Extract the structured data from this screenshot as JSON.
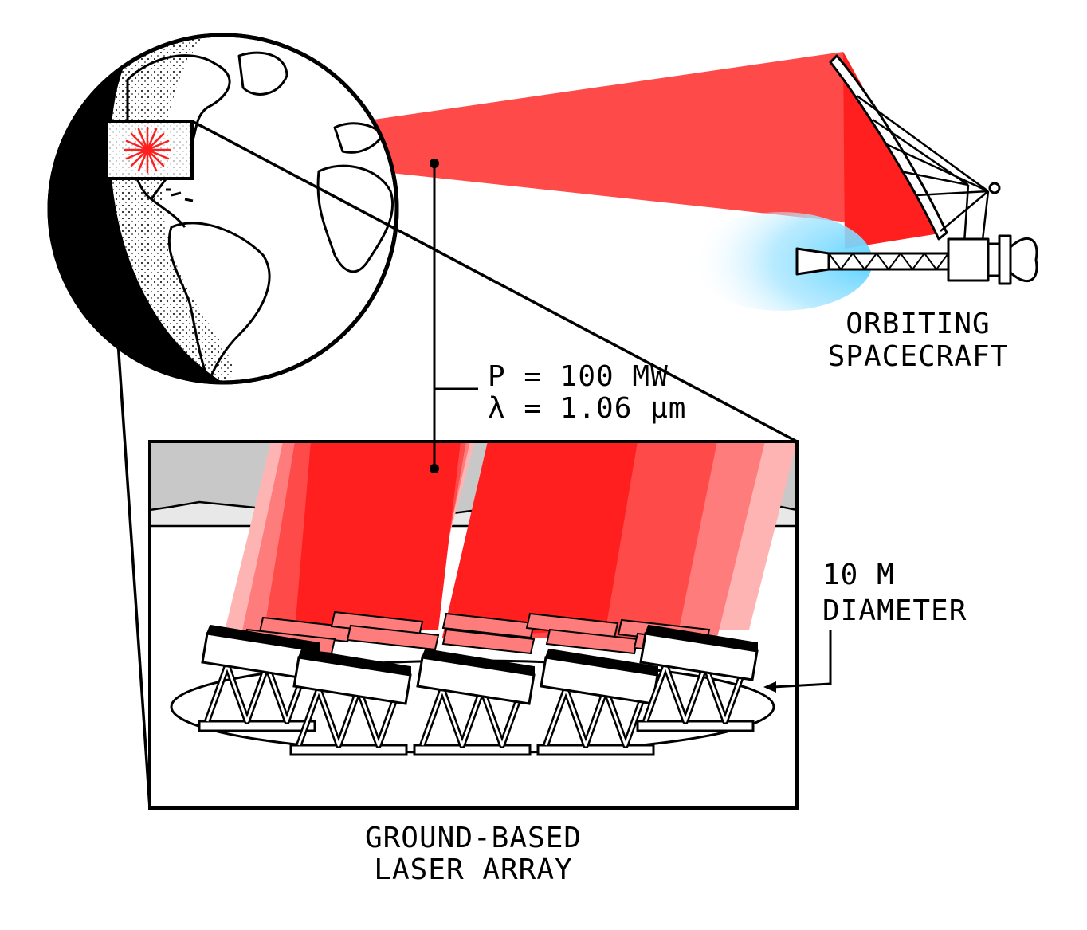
{
  "diagram": {
    "formula": {
      "power": "P = 100 MW",
      "wavelength": "λ = 1.06 μm"
    },
    "spacecraft_label": {
      "line1": "ORBITING",
      "line2": "SPACECRAFT"
    },
    "array_label": {
      "line1": "GROUND-BASED",
      "line2": "LASER ARRAY"
    },
    "diameter_label": {
      "line1": "10 M",
      "line2": "DIAMETER"
    },
    "colors": {
      "beam": "#ff4a4a",
      "beam_dark": "#ff1f1f",
      "sky": "#c8c8c8",
      "exhaust": "#5ad2ff",
      "ink": "#000000"
    }
  }
}
